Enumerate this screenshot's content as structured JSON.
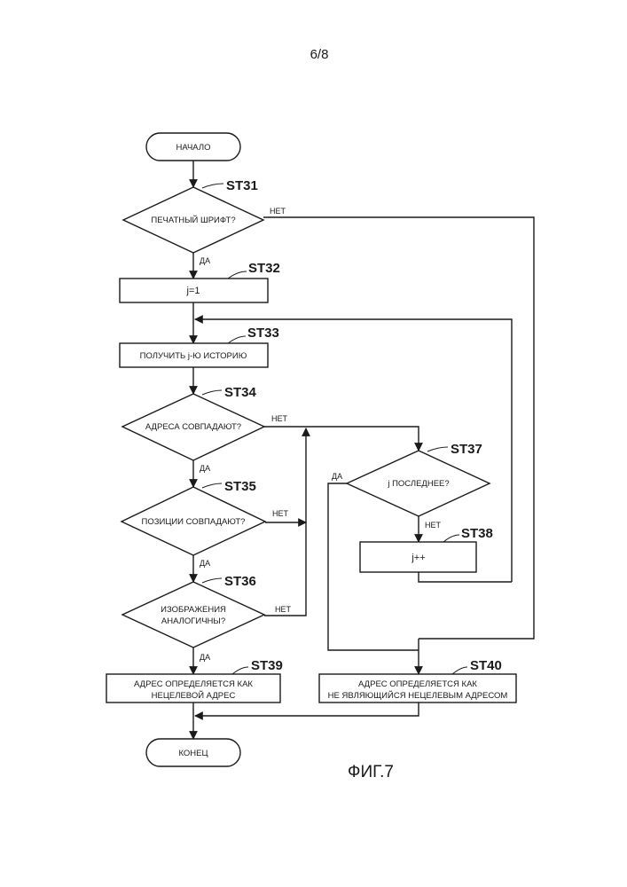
{
  "page": {
    "number": "6/8",
    "figure": "ФИГ.7"
  },
  "nodes": {
    "start": "НАЧАЛО",
    "st31": {
      "step": "ST31",
      "text": "ПЕЧАТНЫЙ ШРИФТ?"
    },
    "st32": {
      "step": "ST32",
      "text": "j=1"
    },
    "st33": {
      "step": "ST33",
      "text": "ПОЛУЧИТЬ j-Ю ИСТОРИЮ"
    },
    "st34": {
      "step": "ST34",
      "text": "АДРЕСА СОВПАДАЮТ?"
    },
    "st35": {
      "step": "ST35",
      "text": "ПОЗИЦИИ СОВПАДАЮТ?"
    },
    "st36": {
      "step": "ST36",
      "text_line1": "ИЗОБРАЖЕНИЯ",
      "text_line2": "АНАЛОГИЧНЫ?"
    },
    "st37": {
      "step": "ST37",
      "text": "j ПОСЛЕДНЕЕ?"
    },
    "st38": {
      "step": "ST38",
      "text": "j++"
    },
    "st39": {
      "step": "ST39",
      "text_line1": "АДРЕС ОПРЕДЕЛЯЕТСЯ КАК",
      "text_line2": "НЕЦЕЛЕВОЙ АДРЕС"
    },
    "st40": {
      "step": "ST40",
      "text_line1": "АДРЕС ОПРЕДЕЛЯЕТСЯ КАК",
      "text_line2": "НЕ ЯВЛЯЮЩИЙСЯ НЕЦЕЛЕВЫМ АДРЕСОМ"
    },
    "end": "КОНЕЦ"
  },
  "branches": {
    "st31_no": "НЕТ",
    "st31_yes": "ДА",
    "st34_no": "НЕТ",
    "st34_yes": "ДА",
    "st35_no": "НЕТ",
    "st35_yes": "ДА",
    "st36_no": "НЕТ",
    "st36_yes": "ДА",
    "st37_yes": "ДА",
    "st37_no": "НЕТ"
  }
}
